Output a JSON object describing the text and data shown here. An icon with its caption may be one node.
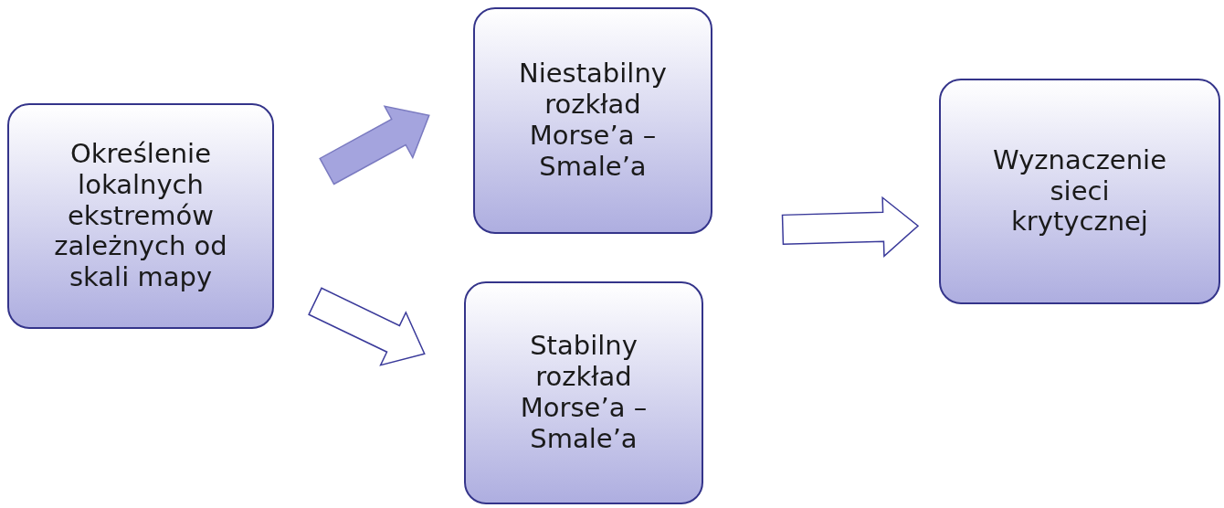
{
  "diagram": {
    "nodes": [
      {
        "text": [
          "Określenie lokalnych ekstremów zależnych od skali mapy"
        ]
      },
      {
        "text": [
          "Niestabilny rozkład Morse’a – Smale’a"
        ]
      },
      {
        "text": [
          "Stabilny rozkład Morse’a – Smale’a"
        ]
      },
      {
        "text": [
          "Wyznaczenie sieci krytycznej"
        ]
      }
    ],
    "edges": [
      {
        "from": 0,
        "to": 1,
        "arrow": "to",
        "color": "#a4a4de"
      },
      {
        "from": 0,
        "to": 2,
        "arrow": "to"
      },
      {
        "from": 1,
        "to": 3,
        "arrow": "to"
      }
    ]
  }
}
